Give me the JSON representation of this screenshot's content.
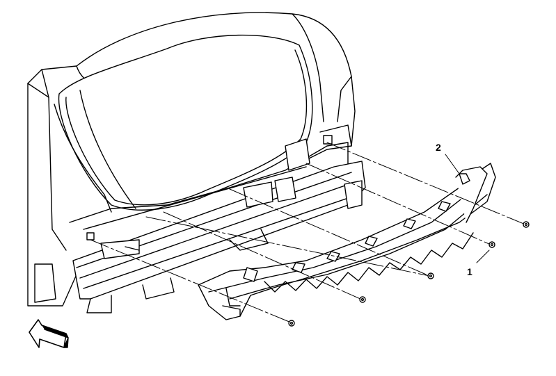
{
  "callouts": [
    {
      "id": "callout-1",
      "text": "1"
    },
    {
      "id": "callout-2",
      "text": "2"
    }
  ],
  "colors": {
    "line": "#000000",
    "fill": "#ffffff",
    "shade": "#d9d9d9"
  },
  "icons": [
    "front-direction-arrow-icon"
  ]
}
